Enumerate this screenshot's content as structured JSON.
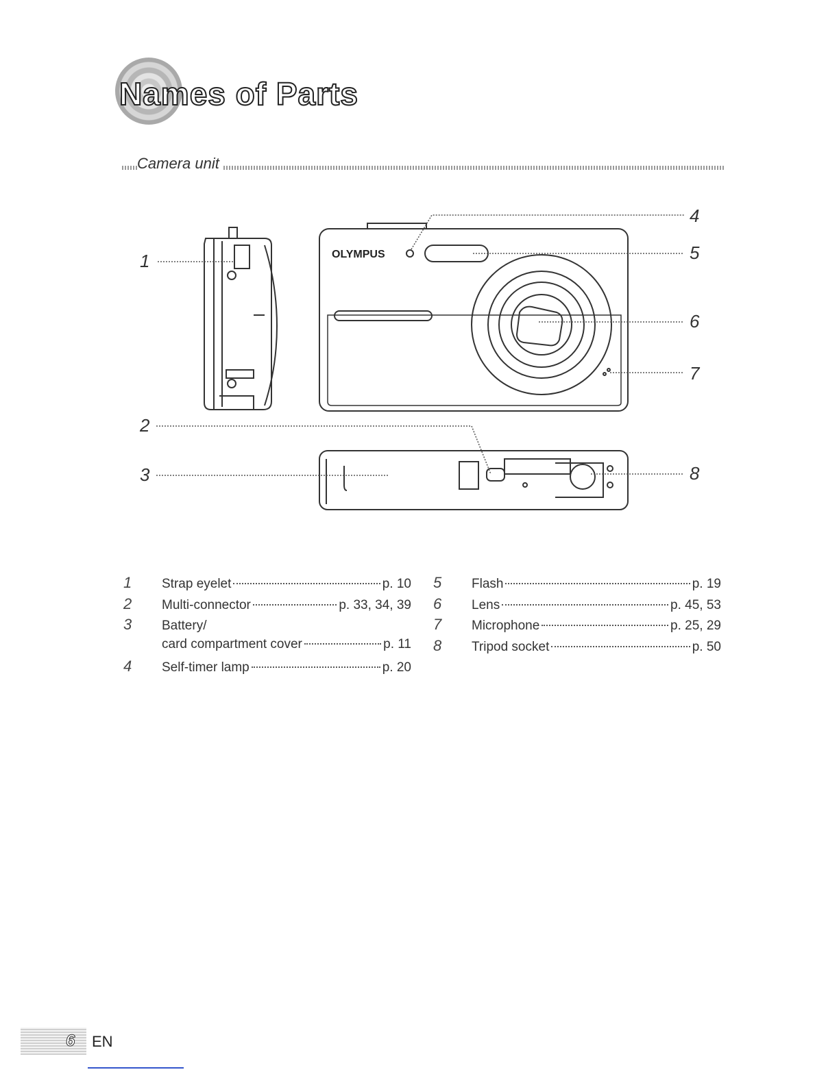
{
  "page": {
    "title": "Names of Parts",
    "section": "Camera unit",
    "brand_on_camera": "OLYMPUS"
  },
  "callouts": [
    "1",
    "2",
    "3",
    "4",
    "5",
    "6",
    "7",
    "8"
  ],
  "parts_left": [
    {
      "num": "1",
      "label": "Strap eyelet",
      "page": "p. 10"
    },
    {
      "num": "2",
      "label": "Multi-connector",
      "page": "p. 33, 34, 39"
    },
    {
      "num": "3",
      "label": "Battery/",
      "page": ""
    },
    {
      "num": "",
      "label": "card compartment cover",
      "page": "p. 11"
    },
    {
      "num": "4",
      "label": "Self-timer lamp",
      "page": "p. 20"
    }
  ],
  "parts_right": [
    {
      "num": "5",
      "label": "Flash",
      "page": "p. 19"
    },
    {
      "num": "6",
      "label": "Lens",
      "page": "p. 45, 53"
    },
    {
      "num": "7",
      "label": "Microphone",
      "page": "p. 25, 29"
    },
    {
      "num": "8",
      "label": "Tripod socket",
      "page": "p. 50"
    }
  ],
  "footer": {
    "page_number": "6",
    "language": "EN"
  }
}
